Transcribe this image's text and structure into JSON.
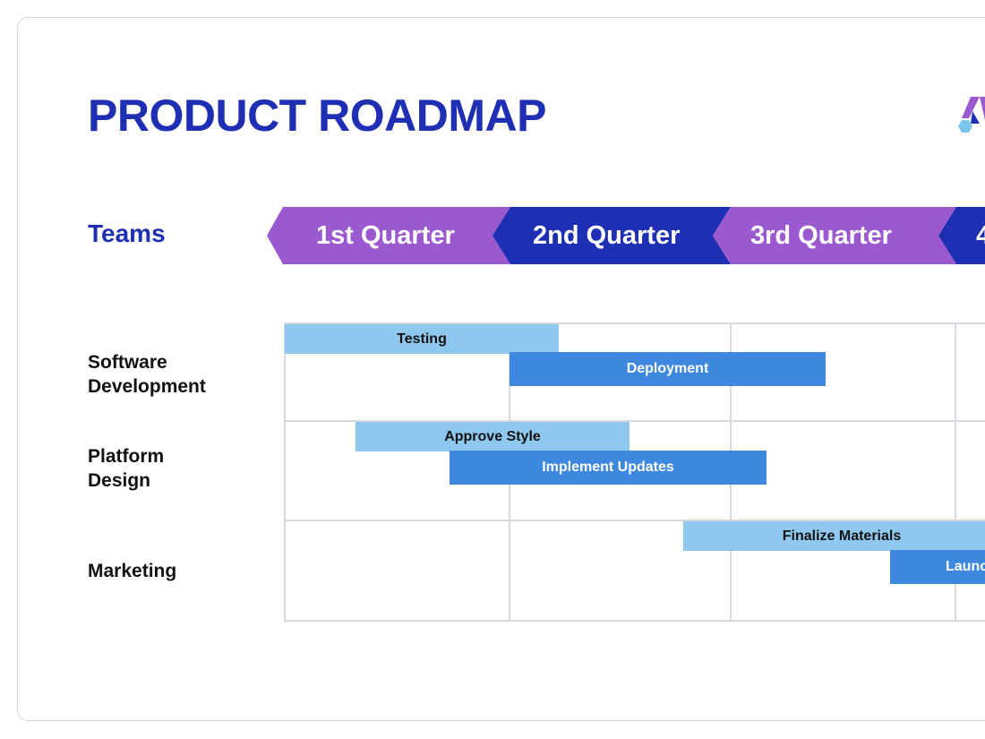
{
  "title": "PRODUCT ROADMAP",
  "header": {
    "teams_label": "Teams"
  },
  "quarters": [
    {
      "label": "1st Quarter",
      "color": "#9b59cf"
    },
    {
      "label": "2nd Quarter",
      "color": "#1f2fb3"
    },
    {
      "label": "3rd Quarter",
      "color": "#9b59cf"
    },
    {
      "label": "4",
      "color": "#1f2fb3"
    }
  ],
  "teams": [
    {
      "line1": "Software",
      "line2": "Development"
    },
    {
      "line1": "Platform",
      "line2": "Design"
    },
    {
      "line1": "Marketing",
      "line2": ""
    }
  ],
  "tasks": {
    "testing": "Testing",
    "deployment": "Deployment",
    "approve_style": "Approve Style",
    "implement_updates": "Implement Updates",
    "finalize_materials": "Finalize Materials",
    "launch": "Launc"
  },
  "colors": {
    "brand_blue": "#1f2fb3",
    "brand_purple": "#9b59cf",
    "bar_light": "#8ec8ef",
    "bar_dark": "#3f88df",
    "logo_cyan": "#7cc6ee"
  }
}
